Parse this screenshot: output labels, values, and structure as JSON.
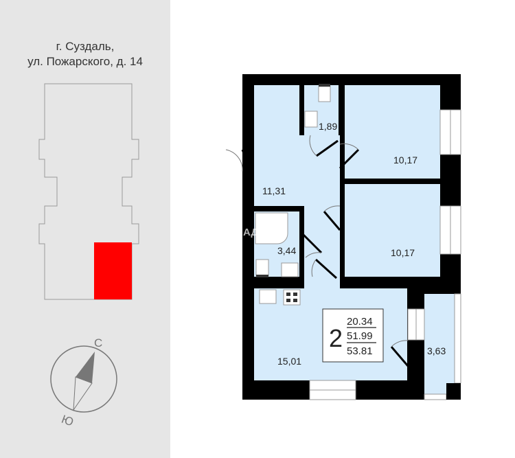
{
  "address": {
    "line1": "г. Суздаль,",
    "line2": "ул. Пожарского, д. 14"
  },
  "compass": {
    "north": "С",
    "south": "Ю"
  },
  "watermark": "ВЛАДИС",
  "rooms": {
    "wc": "1,89",
    "bedroom1": "10,17",
    "hall": "11,31",
    "bathroom": "3,44",
    "bedroom2": "10,17",
    "kitchen": "15,01",
    "loggia": "3,63"
  },
  "summary": {
    "rooms_count": "2",
    "living_area": "20.34",
    "total_area": "51.99",
    "area_with_loggia": "53.81"
  },
  "colors": {
    "room_fill": "#d6ebfb",
    "wall": "#000000",
    "highlight": "#ff0000",
    "panel": "#e6e6e6"
  }
}
